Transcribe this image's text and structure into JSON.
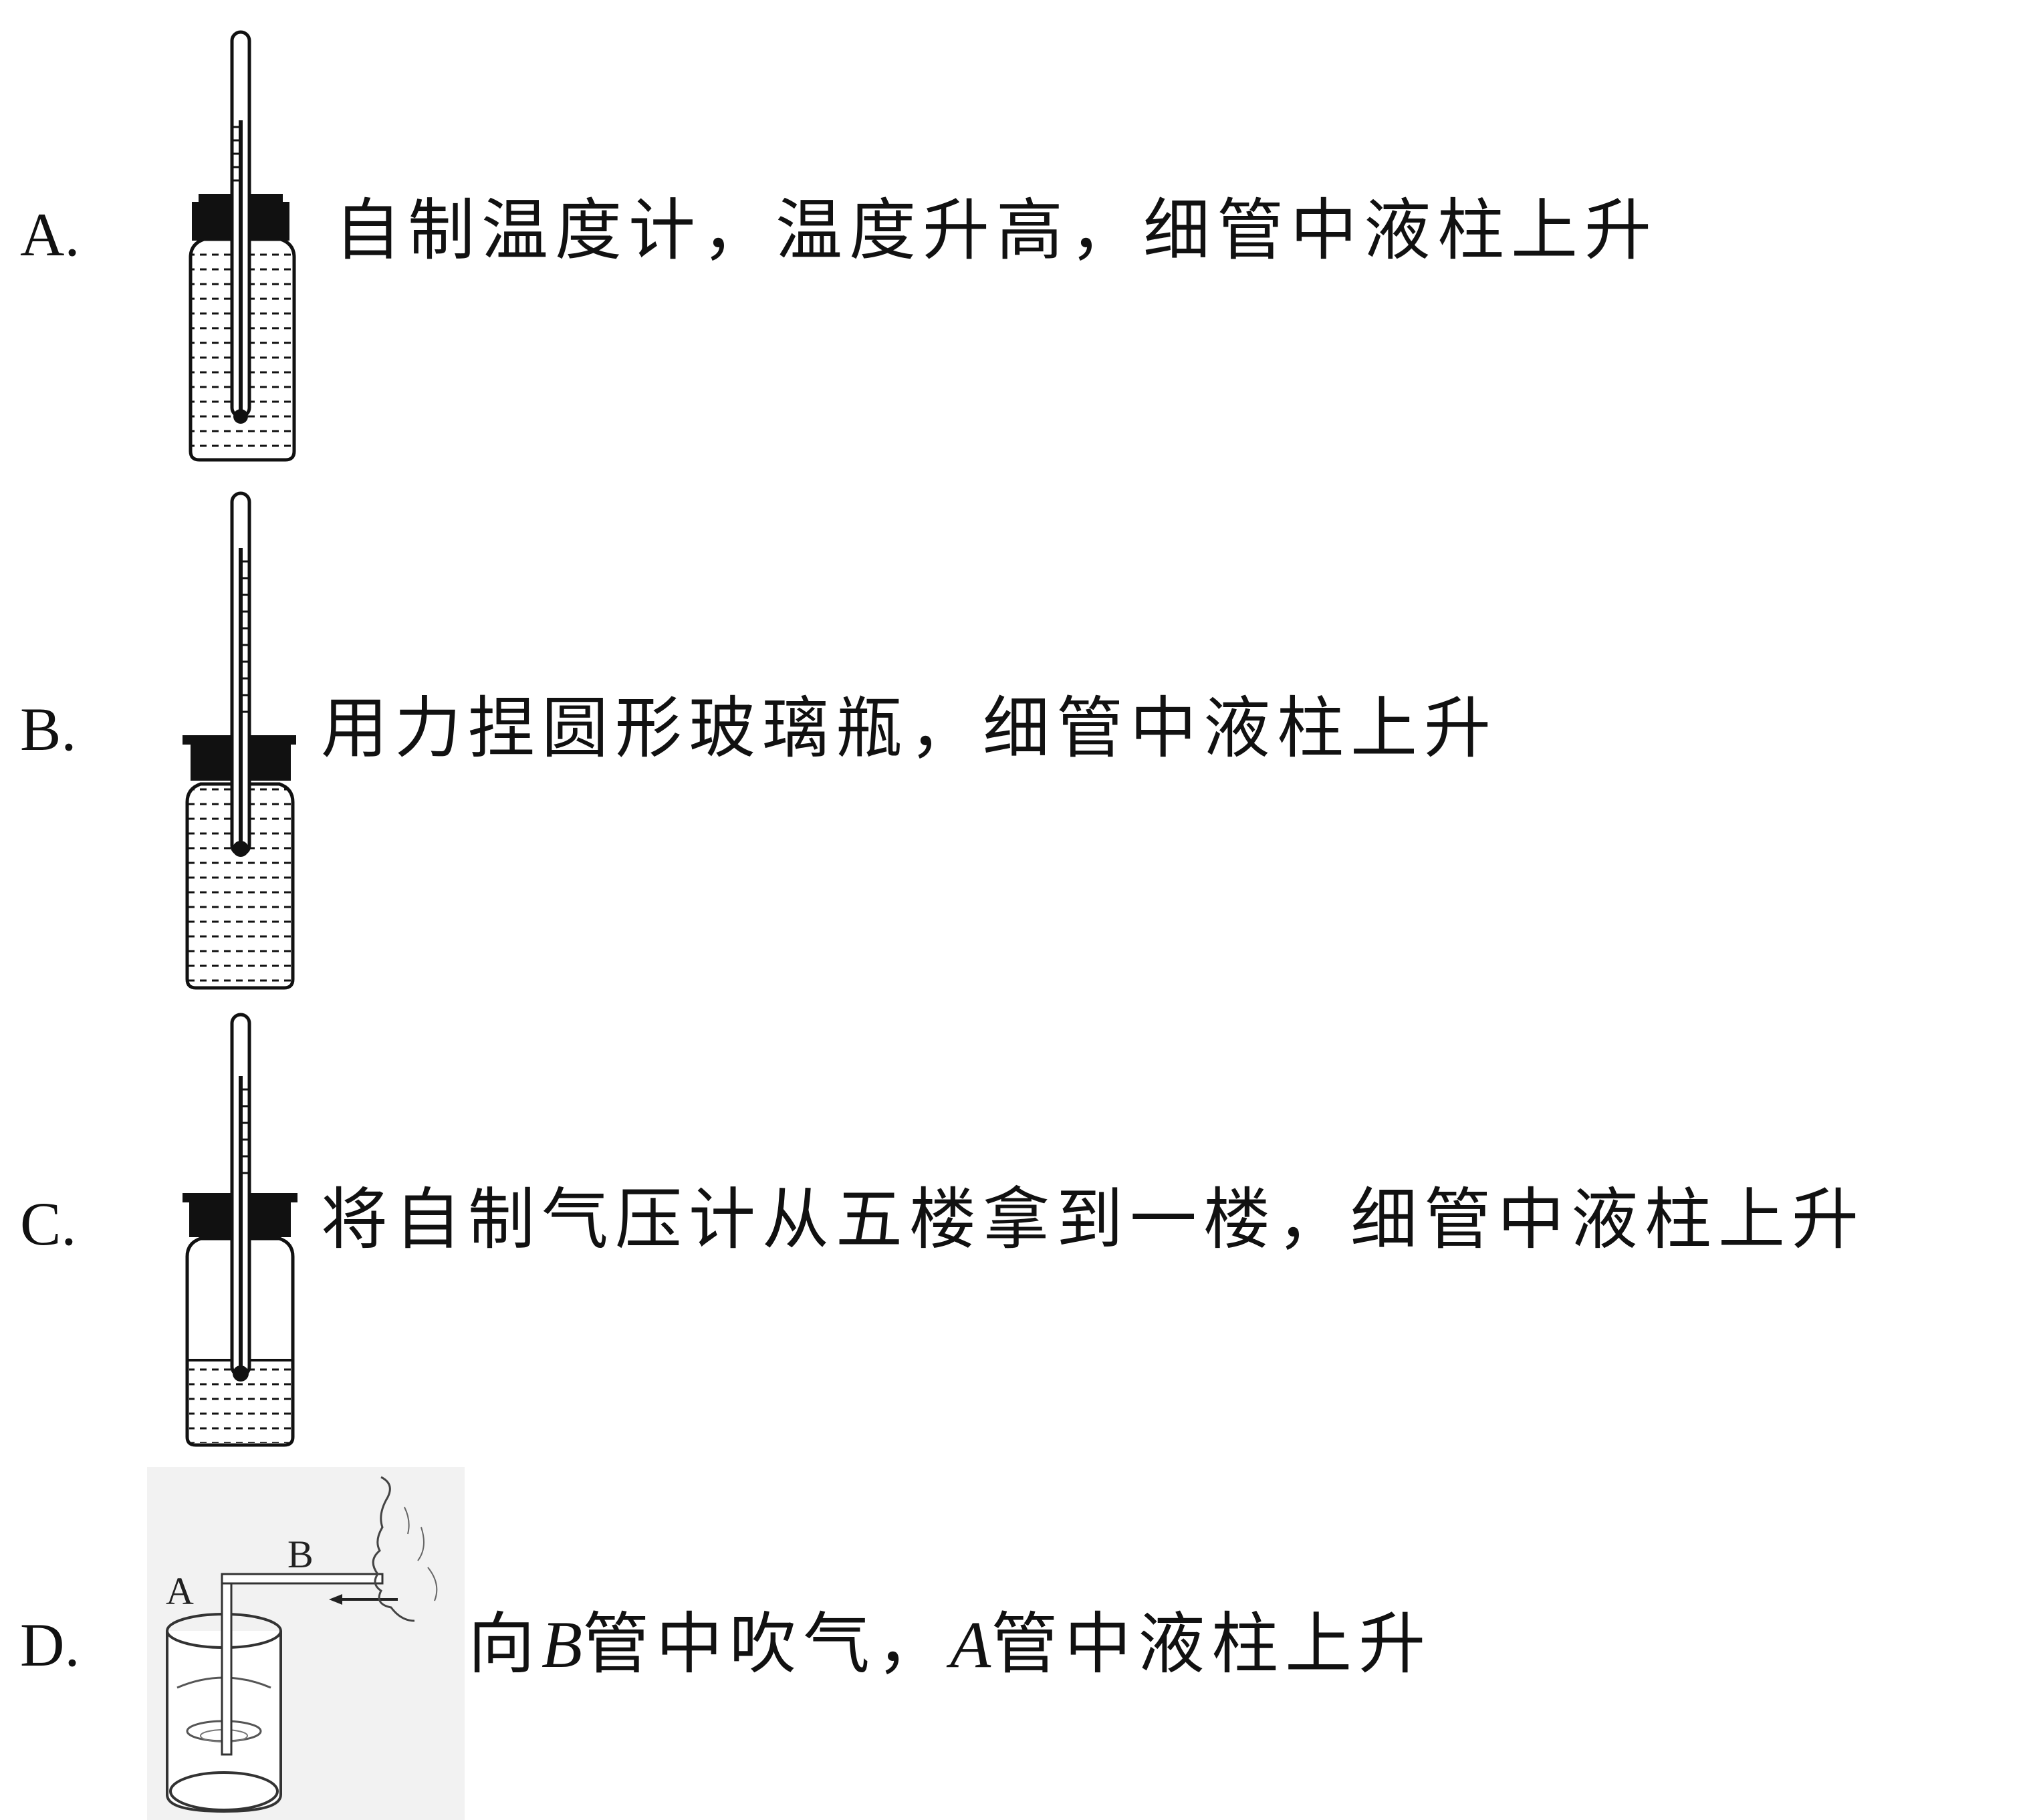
{
  "options": [
    {
      "letter": "A.",
      "text": "自制温度计，温度升高，细管中液柱上升"
    },
    {
      "letter": "B.",
      "text": "用力捏圆形玻璃瓶，细管中液柱上升"
    },
    {
      "letter": "C.",
      "text": "将自制气压计从五楼拿到一楼，细管中液柱上升"
    },
    {
      "letter": "D.",
      "text_parts": [
        "向",
        "B",
        "管中吹气，",
        "A",
        "管中液柱上升"
      ],
      "figure_labels": {
        "tube_a": "A",
        "tube_b": "B"
      }
    }
  ]
}
